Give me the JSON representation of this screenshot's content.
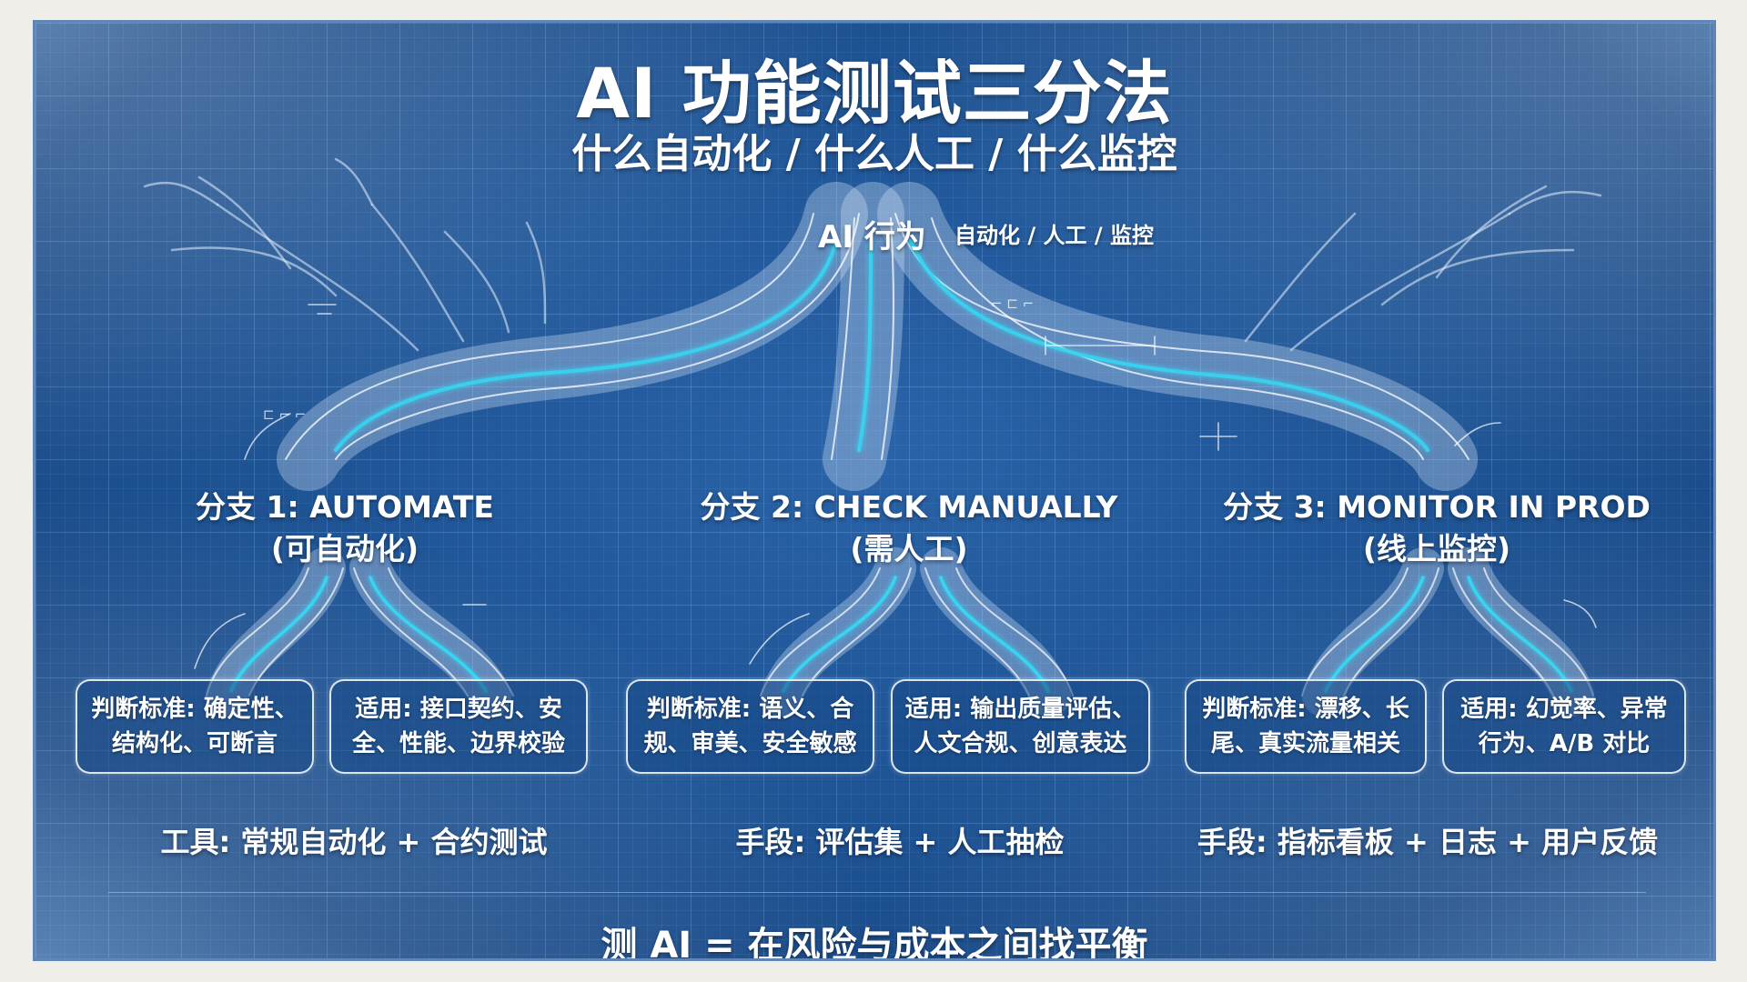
{
  "header": {
    "title": "AI 功能测试三分法",
    "subtitle": "什么自动化 / 什么人工 / 什么监控"
  },
  "root": {
    "label": "AI 行为",
    "sub": "自动化 / 人工 / 监控"
  },
  "branches": [
    {
      "title": "分支 1: AUTOMATE",
      "subtitle": "(可自动化)",
      "boxes": [
        "判断标准: 确定性、结构化、可断言",
        "适用: 接口契约、安全、性能、边界校验"
      ],
      "tools": "工具: 常规自动化 + 合约测试"
    },
    {
      "title": "分支 2: CHECK MANUALLY",
      "subtitle": "(需人工)",
      "boxes": [
        "判断标准: 语义、合规、审美、安全敏感",
        "适用: 输出质量评估、人文合规、创意表达"
      ],
      "tools": "手段: 评估集 + 人工抽检"
    },
    {
      "title": "分支 3: MONITOR IN PROD",
      "subtitle": "(线上监控)",
      "boxes": [
        "判断标准: 漂移、长尾、真实流量相关",
        "适用: 幻觉率、异常行为、A/B 对比"
      ],
      "tools": "手段: 指标看板 + 日志 + 用户反馈"
    }
  ],
  "footer": "测 AI = 在风险与成本之间找平衡",
  "colors": {
    "background": "#1f5596",
    "trunk_glow": "#37d4f0",
    "text": "#ffffff"
  }
}
